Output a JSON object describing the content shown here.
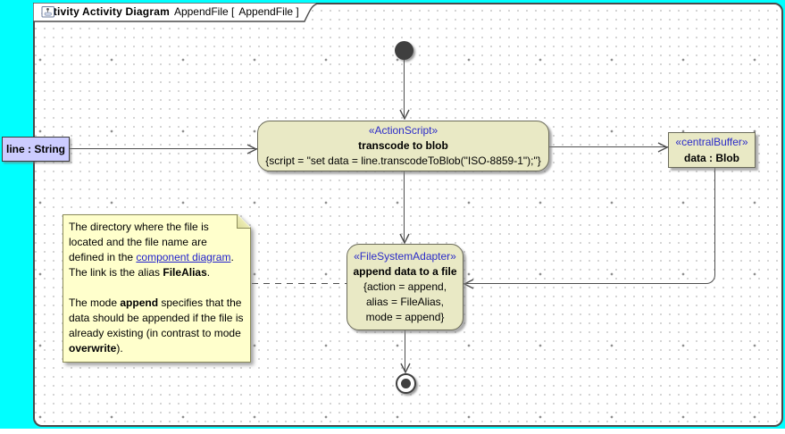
{
  "header": {
    "title_bold": "activity Activity Diagram",
    "diagram_name": "AppendFile",
    "bracket_open": "[",
    "ref_name": "AppendFile",
    "bracket_close": "]",
    "icon": "activity-diagram-icon"
  },
  "nodes": {
    "transcode_action": {
      "stereotype": "«ActionScript»",
      "name": "transcode to blob",
      "script": "{script = \"set data = line.transcodeToBlob(\"ISO-8859-1\");\"}"
    },
    "line_object": {
      "label": "line : String"
    },
    "central_buffer": {
      "stereotype": "«centralBuffer»",
      "name": "data : Blob"
    },
    "append_action": {
      "stereotype": "«FileSystemAdapter»",
      "name": "append data to a file",
      "tags": [
        "{action = append,",
        "alias = FileAlias,",
        "mode = append}"
      ]
    }
  },
  "note": {
    "p1_t1": "The directory where the file is located and the file name are defined in the ",
    "link_text": "component diagram",
    "p1_t2": ". The link is the alias ",
    "p1_b": "FileAlias",
    "p1_t3": ".",
    "p2_t1": "The mode ",
    "p2_b1": "append",
    "p2_t2": " specifies that the data should be appended if the file is already existing (in contrast to mode ",
    "p2_b2": "overwrite",
    "p2_t3": ")."
  },
  "colors": {
    "canvas_cyan": "#00ffff",
    "node_fill": "#e9e9c5",
    "node_border": "#6b6b5a",
    "note_fill": "#ffffcc",
    "object_node_fill": "#ccccff",
    "stereotype_blue": "#2b2bc8",
    "link_blue": "#2222cc",
    "edge_gray": "#4d4d4d"
  }
}
